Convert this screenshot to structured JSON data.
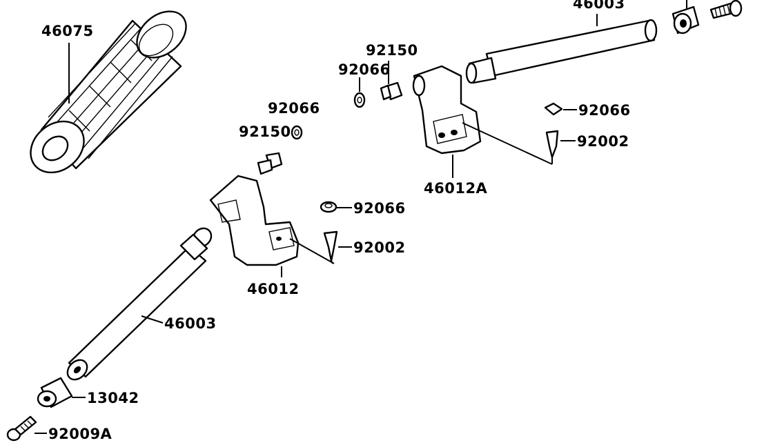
{
  "labels": {
    "grip": "46075",
    "bar_upper": "46003",
    "bar_lower": "46003",
    "holder_right": "46012A",
    "holder_left": "46012",
    "bolt_top_right": "92150",
    "washer_top_right": "92066",
    "bolt_left": "92150",
    "washer_left": "92066",
    "cap_right": "92066",
    "fitting_right": "92002",
    "cap_left": "92066",
    "fitting_left": "92002",
    "weight": "13042",
    "end_screw": "92009A"
  }
}
